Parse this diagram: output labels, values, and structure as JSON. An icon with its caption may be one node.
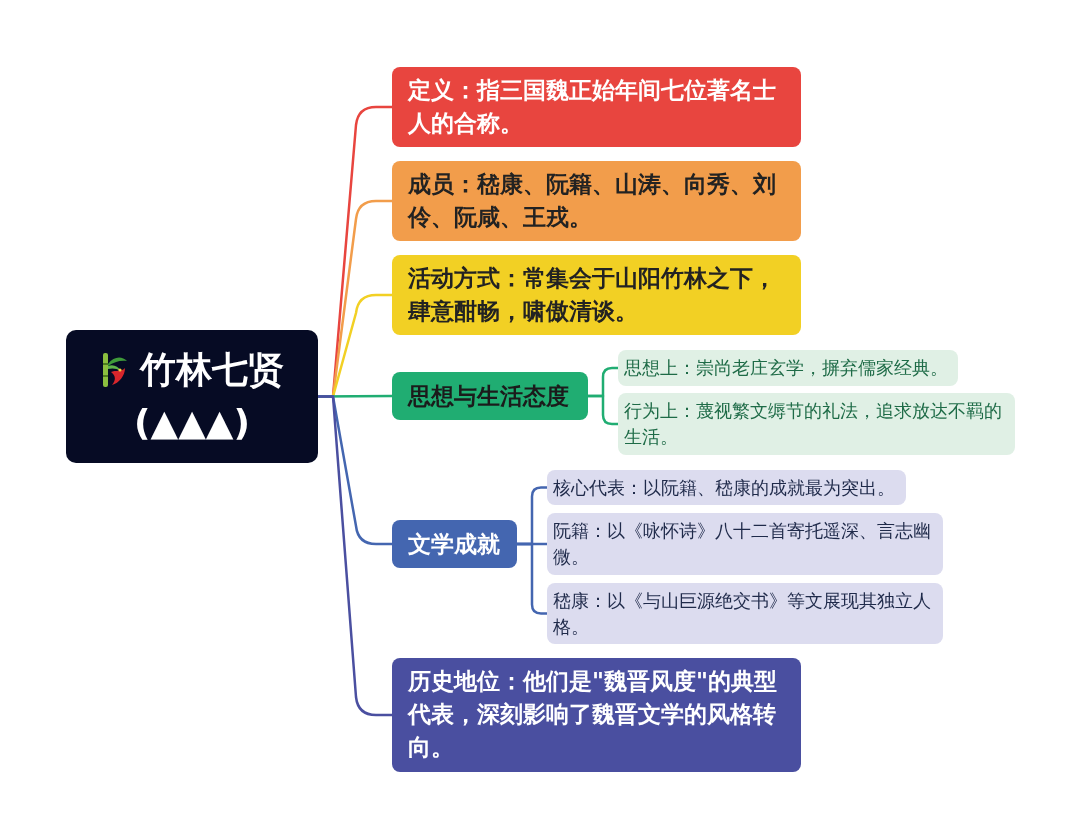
{
  "diagram": {
    "nodes": [
      {
        "text": [
          "竹林七贤",
          "(▲▲▲)"
        ]
      },
      {
        "text": [
          "定义：指三国魏正始年间七位著名士人的合称。"
        ]
      },
      {
        "text": [
          "成员：嵇康、阮籍、山涛、向秀、刘伶、阮咸、王戎。"
        ]
      },
      {
        "text": [
          "活动方式：常集会于山阳竹林之下，肆意酣畅，啸傲清谈。"
        ]
      },
      {
        "text": [
          "思想与生活态度"
        ]
      },
      {
        "text": [
          "思想上：崇尚老庄玄学，摒弃儒家经典。"
        ]
      },
      {
        "text": [
          "行为上：蔑视繁文缛节的礼法，追求放达不羁的生活。"
        ]
      },
      {
        "text": [
          "文学成就"
        ]
      },
      {
        "text": [
          "核心代表：以阮籍、嵇康的成就最为突出。"
        ]
      },
      {
        "text": [
          "阮籍：以《咏怀诗》八十二首寄托遥深、言志幽微。"
        ]
      },
      {
        "text": [
          "嵇康：以《与山巨源绝交书》等文展现其独立人格。"
        ]
      },
      {
        "text": [
          "历史地位：他们是\"魏晋风度\"的典型代表，深刻影响了魏晋文学的风格转向。"
        ]
      }
    ],
    "edges": [
      {
        "from": 0,
        "to": 1,
        "arrow": "none",
        "color": "#e8453f"
      },
      {
        "from": 0,
        "to": 2,
        "arrow": "none",
        "color": "#f29d4b"
      },
      {
        "from": 0,
        "to": 3,
        "arrow": "none",
        "color": "#f2d024"
      },
      {
        "from": 0,
        "to": 4,
        "arrow": "none",
        "color": "#20ad72"
      },
      {
        "from": 4,
        "to": 5,
        "arrow": "none",
        "color": "#20ad72"
      },
      {
        "from": 4,
        "to": 6,
        "arrow": "none",
        "color": "#20ad72"
      },
      {
        "from": 0,
        "to": 7,
        "arrow": "none",
        "color": "#4466b0"
      },
      {
        "from": 7,
        "to": 8,
        "arrow": "none",
        "color": "#4466b0"
      },
      {
        "from": 7,
        "to": 9,
        "arrow": "none",
        "color": "#4466b0"
      },
      {
        "from": 7,
        "to": 10,
        "arrow": "none",
        "color": "#4466b0"
      },
      {
        "from": 0,
        "to": 11,
        "arrow": "none",
        "color": "#4a4fa0"
      }
    ]
  }
}
